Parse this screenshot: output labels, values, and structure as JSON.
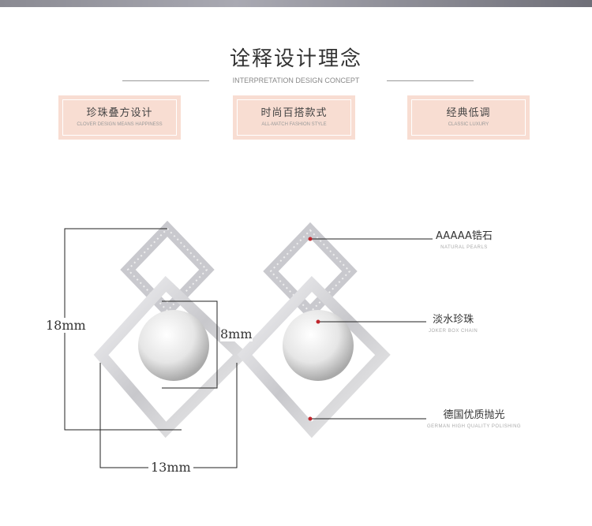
{
  "header": {
    "title": "诠释设计理念",
    "subtitle": "INTERPRETATION DESIGN CONCEPT"
  },
  "features": [
    {
      "cn": "珍珠叠方设计",
      "en": "CLOVER DESIGN MEANS HAPPINESS"
    },
    {
      "cn": "时尚百搭款式",
      "en": "ALL-MATCH FASHION STYLE"
    },
    {
      "cn": "经典低调",
      "en": "CLASSIC LUXURY"
    }
  ],
  "dimensions": {
    "height": "18mm",
    "pearl": "8mm",
    "width": "13mm"
  },
  "callouts": [
    {
      "cn": "AAAAA锆石",
      "en": "Natural pearls"
    },
    {
      "cn": "淡水珍珠",
      "en": "Joker box chain"
    },
    {
      "cn": "德国优质抛光",
      "en": "German high quality polishing"
    }
  ],
  "colors": {
    "box": "#f8ddd2",
    "dot": "#c0262c"
  }
}
